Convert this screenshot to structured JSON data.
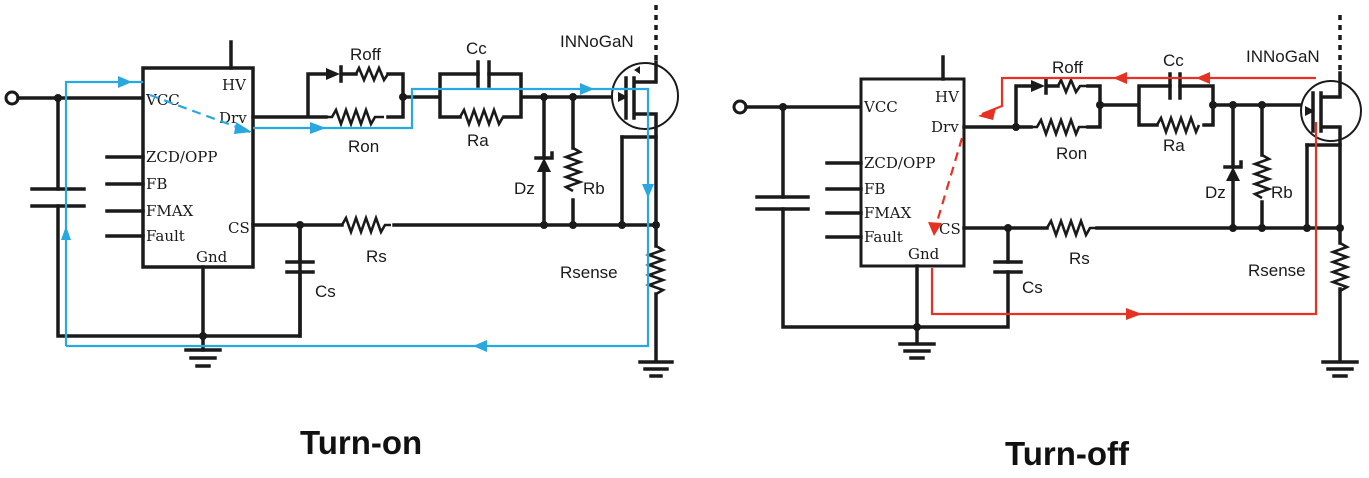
{
  "diagrams": [
    {
      "caption": "Turn-on",
      "ic_pins": {
        "vcc": "VCC",
        "hv": "HV",
        "drv": "Drv",
        "zcd": "ZCD/OPP",
        "fb": "FB",
        "fmax": "FMAX",
        "fault": "Fault",
        "cs": "CS",
        "gnd": "Gnd"
      },
      "components": {
        "roff": "Roff",
        "ron": "Ron",
        "cc": "Cc",
        "ra": "Ra",
        "dz": "Dz",
        "rb": "Rb",
        "rs": "Rs",
        "cs": "Cs",
        "rsense": "Rsense",
        "device": "INNoGaN"
      },
      "current_path_color": "#29a8e0"
    },
    {
      "caption": "Turn-off",
      "ic_pins": {
        "vcc": "VCC",
        "hv": "HV",
        "drv": "Drv",
        "zcd": "ZCD/OPP",
        "fb": "FB",
        "fmax": "FMAX",
        "fault": "Fault",
        "cs": "CS",
        "gnd": "Gnd"
      },
      "components": {
        "roff": "Roff",
        "ron": "Ron",
        "cc": "Cc",
        "ra": "Ra",
        "dz": "Dz",
        "rb": "Rb",
        "rs": "Rs",
        "cs": "Cs",
        "rsense": "Rsense",
        "device": "INNoGaN"
      },
      "current_path_color": "#e63222"
    }
  ]
}
